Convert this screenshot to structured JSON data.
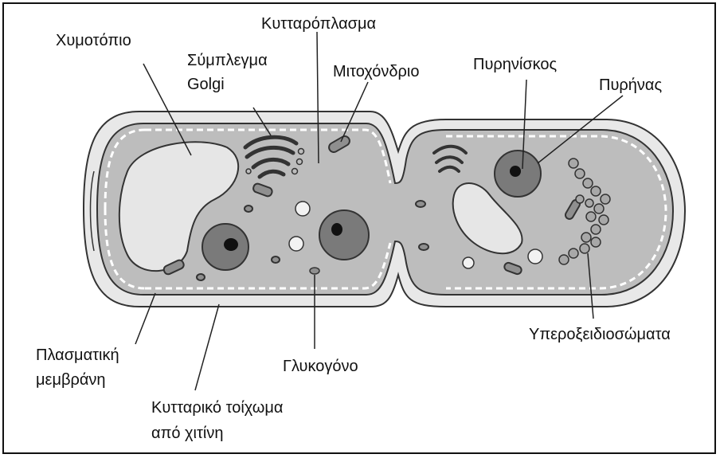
{
  "labels": {
    "vacuole": "Χυμοτόπιο",
    "golgi_line1": "Σύμπλεγμα",
    "golgi_line2": "Golgi",
    "cytoplasm": "Κυτταρόπλασμα",
    "mitochondrion": "Μιτοχόνδριο",
    "nucleolus": "Πυρηνίσκος",
    "nucleus": "Πυρήνας",
    "peroxisomes": "Υπεροξειδιοσώματα",
    "membrane_line1": "Πλασματική",
    "membrane_line2": "μεμβράνη",
    "glycogen": "Γλυκογόνο",
    "wall_line1": "Κυτταρικό τοίχωμα",
    "wall_line2": "από χιτίνη"
  },
  "colors": {
    "cytoplasm": "#bdbdbd",
    "wall": "#e8e8e8",
    "vacuole": "#e6e6e6",
    "nucleus": "#7a7a7a",
    "nucleolus": "#111111",
    "outline": "#333333"
  }
}
